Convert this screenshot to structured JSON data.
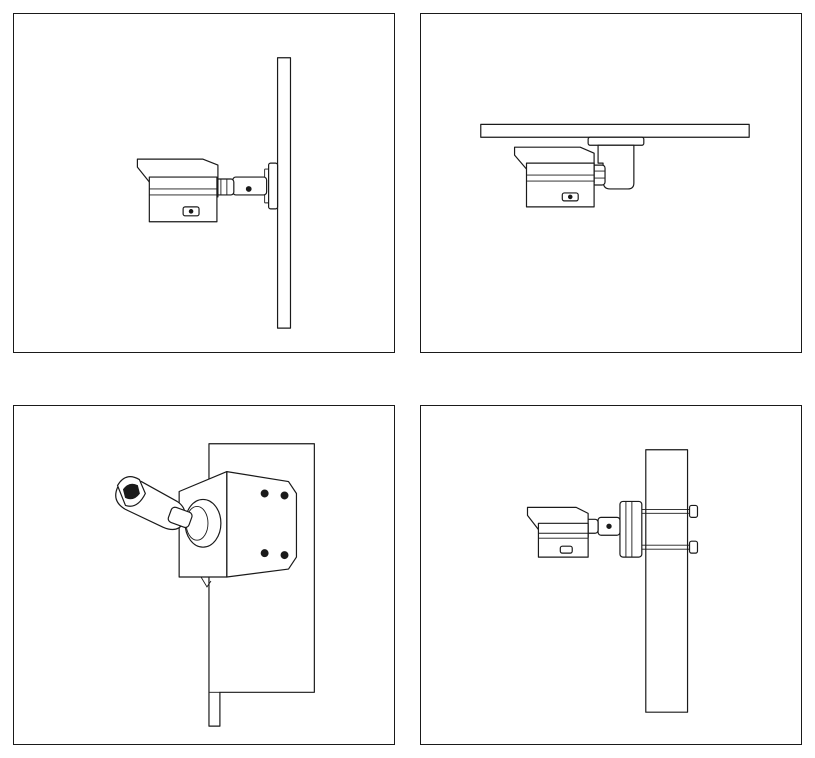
{
  "figure": {
    "panels": [
      {
        "id": "wall-mount"
      },
      {
        "id": "ceiling-mount"
      },
      {
        "id": "corner-mount"
      },
      {
        "id": "pole-mount"
      }
    ],
    "colors": {
      "stroke": "#1a1a1a",
      "background": "#ffffff"
    }
  }
}
